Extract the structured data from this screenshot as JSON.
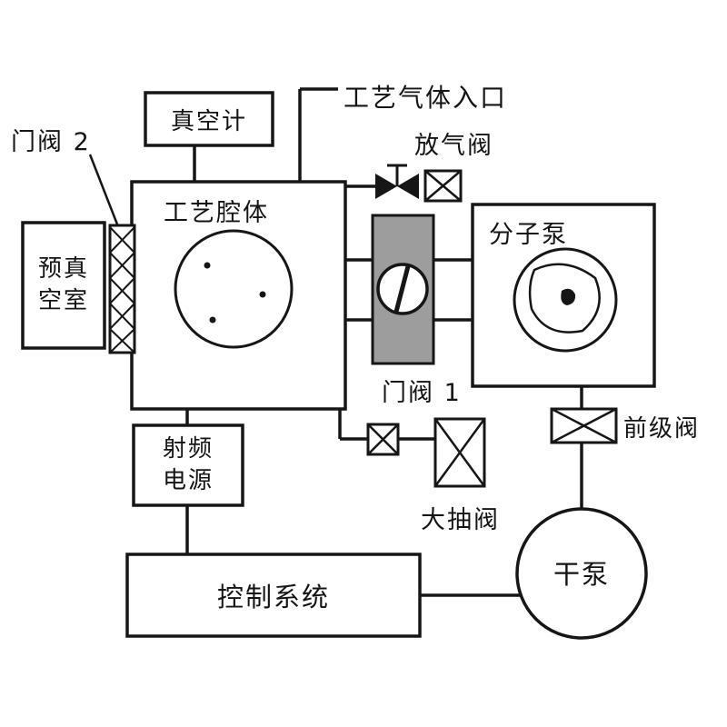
{
  "diagram": {
    "type": "process-equipment-schematic",
    "labels": {
      "gate_valve_2": "门阀 2",
      "vacuum_gauge": "真空计",
      "gas_inlet": "工艺气体入口",
      "vent_valve": "放气阀",
      "process_chamber": "工艺腔体",
      "prevacuum_chamber_line1": "预真",
      "prevacuum_chamber_line2": "空室",
      "prevacuum_chamber_full": "预真空室",
      "molecular_pump": "分子泵",
      "gate_valve_1": "门阀 1",
      "rf_power_line1": "射频",
      "rf_power_line2": "电源",
      "rf_power_full": "射频电源",
      "roughing_valve": "大抽阀",
      "foreline_valve": "前级阀",
      "dry_pump": "干泵",
      "control_system": "控制系统"
    },
    "colors": {
      "line": "#161616",
      "gate_valve_1_fill": "#9d9d9d",
      "background": "#ffffff"
    }
  }
}
